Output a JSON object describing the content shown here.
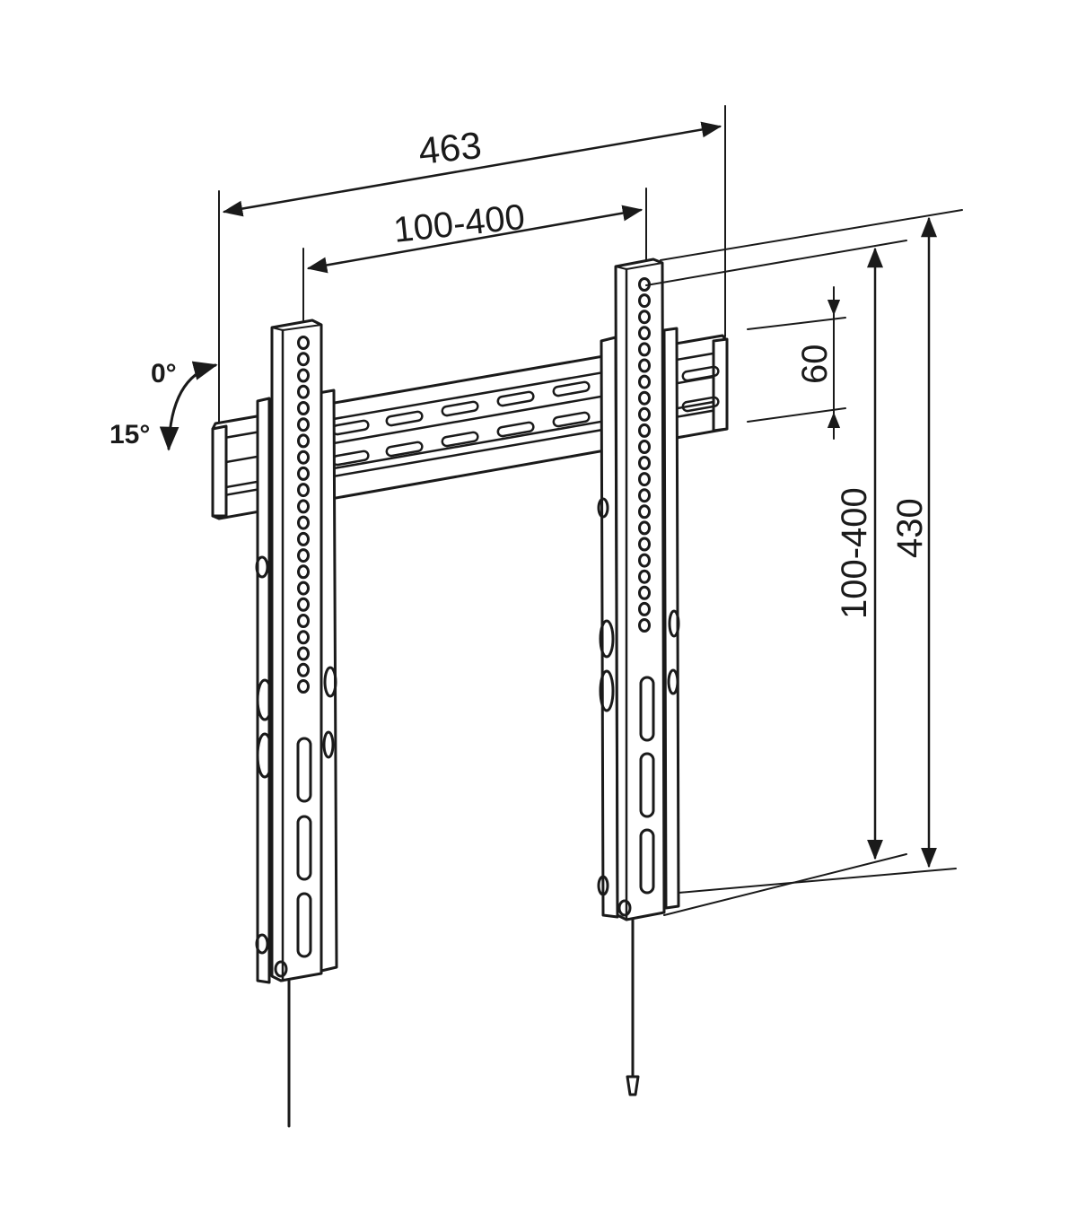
{
  "diagram": {
    "subject": "tilting-tv-wall-mount",
    "line_color": "#1a1a1a",
    "background": "#ffffff"
  },
  "dimensions": {
    "overall_width": "463",
    "horizontal_hole_spacing": "100-400",
    "vertical_hole_spacing": "100-400",
    "overall_height": "430",
    "rail_height": "60"
  },
  "tilt": {
    "min_angle": "0°",
    "max_angle": "15°"
  }
}
